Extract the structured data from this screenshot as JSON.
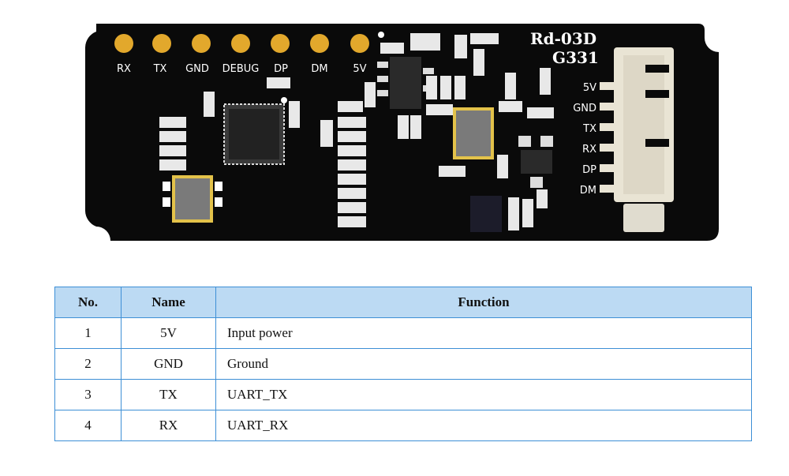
{
  "board": {
    "model": "Rd-03D",
    "version": "G331",
    "top_pins": [
      "RX",
      "TX",
      "GND",
      "DEBUG",
      "DP",
      "DM",
      "5V"
    ],
    "connector_pins": [
      "5V",
      "GND",
      "TX",
      "RX",
      "DP",
      "DM"
    ],
    "colors": {
      "pcb": "#0a0a0a",
      "pad": "#e2a82c",
      "connector": "#e9e4d4"
    }
  },
  "table": {
    "headers": [
      "No.",
      "Name",
      "Function"
    ],
    "rows": [
      [
        "1",
        "5V",
        "Input power"
      ],
      [
        "2",
        "GND",
        "Ground"
      ],
      [
        "3",
        "TX",
        "UART_TX"
      ],
      [
        "4",
        "RX",
        "UART_RX"
      ]
    ],
    "colors": {
      "header_bg": "#bcdaf3",
      "border": "#3d8fd6"
    }
  }
}
